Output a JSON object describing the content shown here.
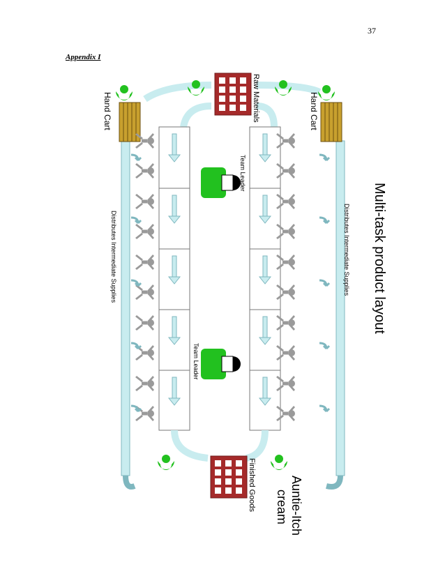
{
  "page": {
    "number": "37",
    "section": "Appendix I"
  },
  "diagram": {
    "title": "Multi-task product layout",
    "product_line1": "Auntie-Itch",
    "product_line2": "cream",
    "raw_materials": "Raw Materials",
    "finished_goods": "Finished Goods",
    "hand_cart_label": "Hand Cart",
    "team_leader_label": "Team Leader",
    "distributes_label": "Distributes Intermediate Supplies",
    "workers_per_line": 10,
    "colors": {
      "pipe": "#c8ecef",
      "pipe_stroke": "#7fb7bf",
      "box": "#a52a2a",
      "cart": "#c8a02e",
      "green": "#22c11f",
      "worker": "#9a9a9a"
    },
    "icons": [
      "worker-icon",
      "team-leader-icon",
      "hand-cart-icon",
      "goods-box-icon",
      "supervisor-icon",
      "flow-arrow-icon"
    ]
  }
}
